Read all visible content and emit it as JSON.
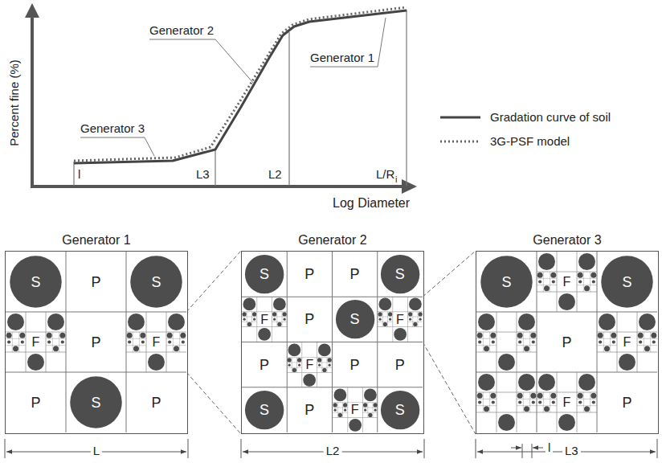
{
  "diagram": {
    "nodes": [
      {
        "text": [
          "Generator 1"
        ]
      },
      {
        "text": [
          "S"
        ],
        "in": 0
      },
      {
        "text": [
          "P"
        ],
        "in": 0
      },
      {
        "text": [
          "S"
        ],
        "in": 0
      },
      {
        "text": [
          "F"
        ],
        "in": 0
      },
      {
        "text": [
          "P"
        ],
        "in": 0
      },
      {
        "text": [
          "F"
        ],
        "in": 0
      },
      {
        "text": [
          "P"
        ],
        "in": 0
      },
      {
        "text": [
          "S"
        ],
        "in": 0
      },
      {
        "text": [
          "P"
        ],
        "in": 0
      },
      {
        "text": [
          "Generator 2"
        ]
      },
      {
        "text": [
          "S"
        ],
        "in": 10
      },
      {
        "text": [
          "P"
        ],
        "in": 10
      },
      {
        "text": [
          "P"
        ],
        "in": 10
      },
      {
        "text": [
          "S"
        ],
        "in": 10
      },
      {
        "text": [
          "F"
        ],
        "in": 10
      },
      {
        "text": [
          "P"
        ],
        "in": 10
      },
      {
        "text": [
          "S"
        ],
        "in": 10
      },
      {
        "text": [
          "F"
        ],
        "in": 10
      },
      {
        "text": [
          "P"
        ],
        "in": 10
      },
      {
        "text": [
          "F"
        ],
        "in": 10
      },
      {
        "text": [
          "P"
        ],
        "in": 10
      },
      {
        "text": [
          "P"
        ],
        "in": 10
      },
      {
        "text": [
          "S"
        ],
        "in": 10
      },
      {
        "text": [
          "P"
        ],
        "in": 10
      },
      {
        "text": [
          "F"
        ],
        "in": 10
      },
      {
        "text": [
          "S"
        ],
        "in": 10
      },
      {
        "text": [
          "Generator 3"
        ]
      },
      {
        "text": [
          "S"
        ],
        "in": 27
      },
      {
        "text": [
          "F"
        ],
        "in": 27
      },
      {
        "text": [
          "S"
        ],
        "in": 27
      },
      {
        "text": [
          "P"
        ],
        "in": 27
      },
      {
        "text": [
          "F"
        ],
        "in": 27
      },
      {
        "text": [
          "F"
        ],
        "in": 27
      },
      {
        "text": [
          "P"
        ],
        "in": 27
      }
    ],
    "edges": [
      {
        "from": 6,
        "to": 10,
        "arrow": "none"
      },
      {
        "from": 18,
        "to": 27,
        "arrow": "none"
      }
    ],
    "labels": [
      "Percent fine (%)",
      "Generator 2",
      "Generator 1",
      "Generator 3",
      "l",
      "L3",
      "L2",
      "L/R",
      "i",
      "Log Diameter",
      "L",
      "L2",
      "l",
      "L3"
    ],
    "legend": [
      {
        "text": "Gradation curve of soil"
      },
      {
        "text": "3G-PSF model"
      }
    ]
  }
}
